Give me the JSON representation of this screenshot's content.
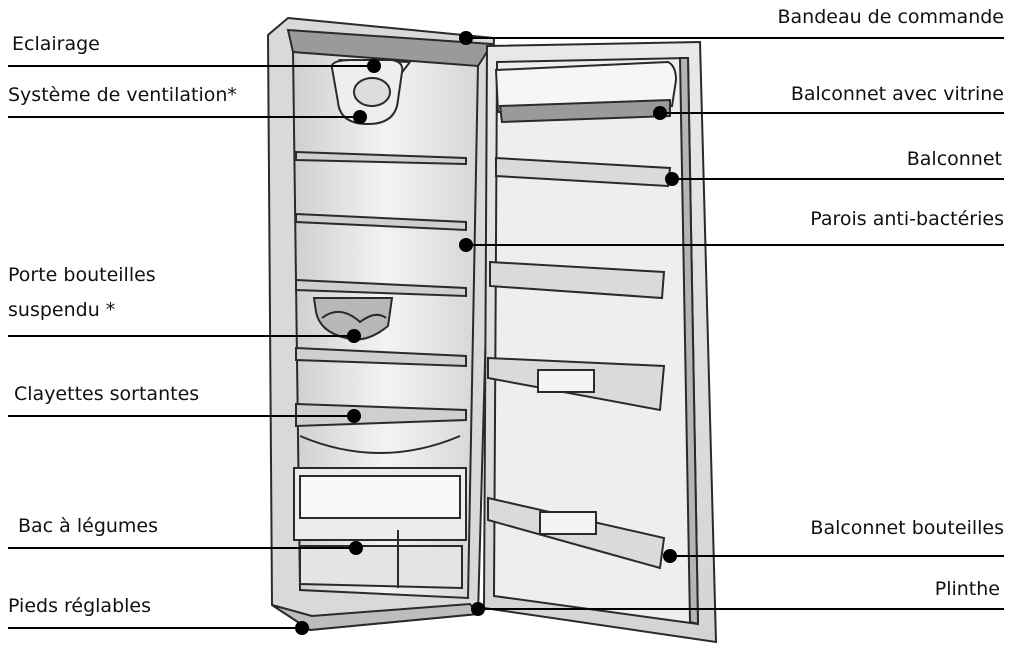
{
  "labels": {
    "eclairage": "Eclairage",
    "ventilation": "Système de ventilation*",
    "porte_bouteilles_1": "Porte bouteilles",
    "porte_bouteilles_2": "suspendu *",
    "clayettes": "Clayettes sortantes",
    "bac": "Bac à légumes",
    "pieds": "Pieds réglables",
    "bandeau": "Bandeau de commande",
    "balconnet_vitrine": "Balconnet avec vitrine",
    "balconnet": "Balconnet",
    "parois": "Parois anti-bactéries",
    "balconnet_bouteilles": "Balconnet bouteilles",
    "plinthe": "Plinthe"
  },
  "colors": {
    "line": "#000000",
    "outline": "#2a2a2a",
    "fill_light": "#f1f1f1",
    "fill_mid": "#dcdcdc",
    "fill_dark": "#8a8a8a"
  }
}
